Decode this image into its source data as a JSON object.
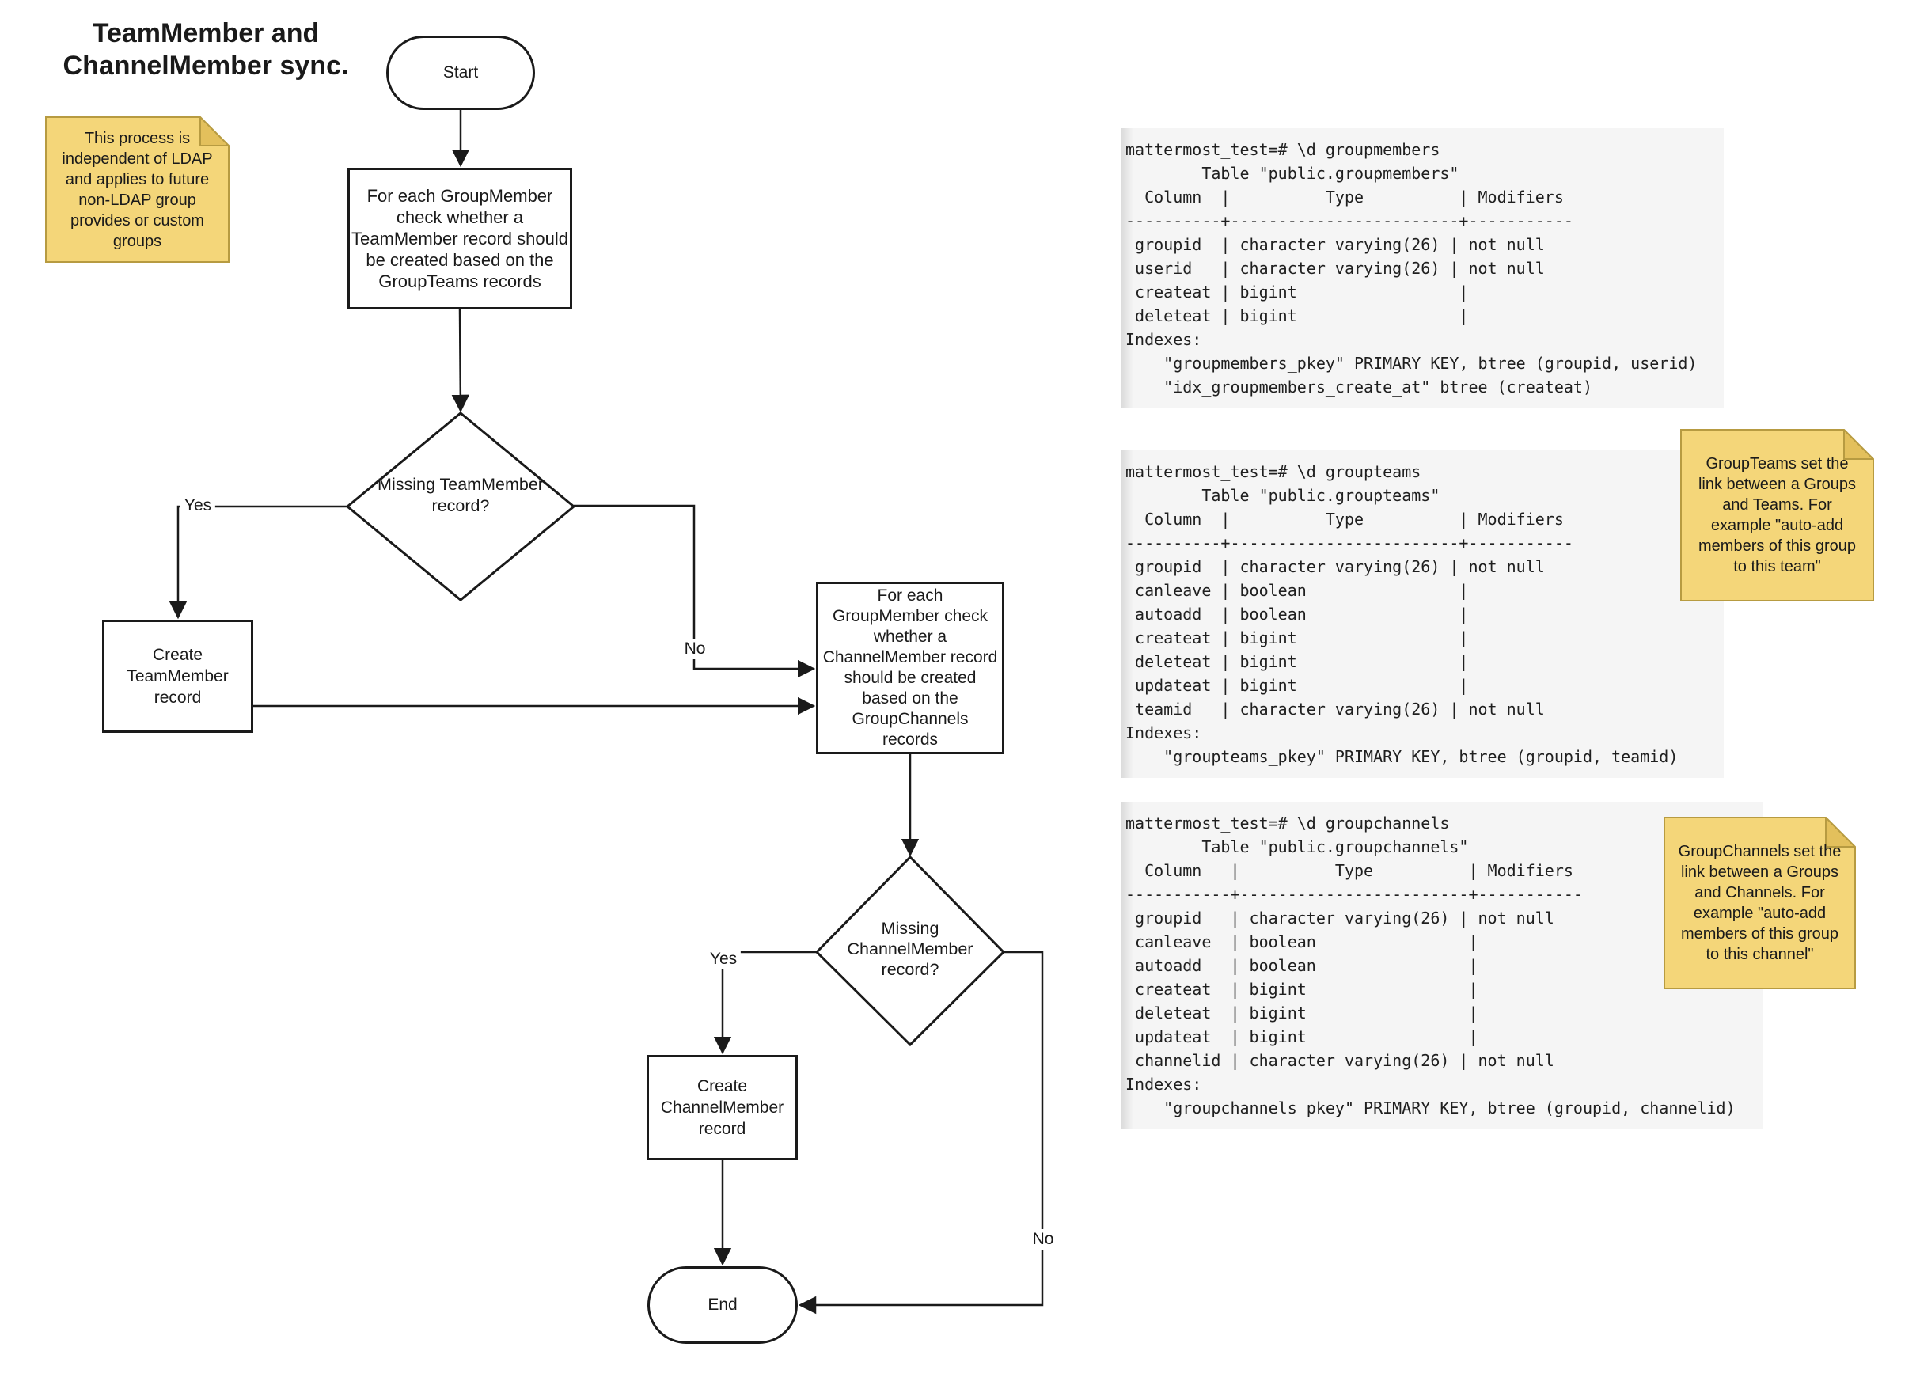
{
  "title": "TeamMember and\nChannelMember sync.",
  "flowchart": {
    "start": "Start",
    "end": "End",
    "process1": "For each GroupMember\ncheck whether a\nTeamMember record should\nbe created based on the\nGroupTeams records",
    "decision1": "Missing TeamMember\nrecord?",
    "create_team": "Create\nTeamMember\nrecord",
    "process2": "For each\nGroupMember check\nwhether a\nChannelMember record\nshould be created\nbased on the\nGroupChannels\nrecords",
    "decision2": "Missing\nChannelMember\nrecord?",
    "create_channel": "Create\nChannelMember\nrecord",
    "labels": {
      "yes1": "Yes",
      "no1": "No",
      "yes2": "Yes",
      "no2": "No"
    }
  },
  "notes": {
    "process_note": "This process is\nindependent of LDAP\nand applies to future\nnon-LDAP group\nprovides or custom\ngroups",
    "groupteams_note": "GroupTeams set the\nlink between a Groups\nand Teams. For\nexample \"auto-add\nmembers of this group\nto this team\"",
    "groupchannels_note": "GroupChannels set the\nlink between a Groups\nand Channels. For\nexample \"auto-add\nmembers of this group\nto this channel\""
  },
  "terminals": [
    {
      "id": "groupmembers",
      "lines": [
        "mattermost_test=# \\d groupmembers",
        "        Table \"public.groupmembers\"",
        "  Column  |          Type          | Modifiers",
        "----------+------------------------+-----------",
        " groupid  | character varying(26) | not null",
        " userid   | character varying(26) | not null",
        " createat | bigint                 |",
        " deleteat | bigint                 |",
        "Indexes:",
        "    \"groupmembers_pkey\" PRIMARY KEY, btree (groupid, userid)",
        "    \"idx_groupmembers_create_at\" btree (createat)"
      ]
    },
    {
      "id": "groupteams",
      "lines": [
        "mattermost_test=# \\d groupteams",
        "        Table \"public.groupteams\"",
        "  Column  |          Type          | Modifiers",
        "----------+------------------------+-----------",
        " groupid  | character varying(26) | not null",
        " canleave | boolean                |",
        " autoadd  | boolean                |",
        " createat | bigint                 |",
        " deleteat | bigint                 |",
        " updateat | bigint                 |",
        " teamid   | character varying(26) | not null",
        "Indexes:",
        "    \"groupteams_pkey\" PRIMARY KEY, btree (groupid, teamid)"
      ]
    },
    {
      "id": "groupchannels",
      "lines": [
        "mattermost_test=# \\d groupchannels",
        "        Table \"public.groupchannels\"",
        "  Column   |          Type          | Modifiers",
        "-----------+------------------------+-----------",
        " groupid   | character varying(26) | not null",
        " canleave  | boolean                |",
        " autoadd   | boolean                |",
        " createat  | bigint                 |",
        " deleteat  | bigint                 |",
        " updateat  | bigint                 |",
        " channelid | character varying(26) | not null",
        "Indexes:",
        "    \"groupchannels_pkey\" PRIMARY KEY, btree (groupid, channelid)"
      ]
    }
  ],
  "colors": {
    "note_fill": "#F4D679",
    "note_border": "#B79B41",
    "note_fold": "#E3C05C",
    "terminal_bg": "#F5F5F5",
    "terminal_edge_shade": "#D9D9D9",
    "stroke": "#1A1A1A"
  }
}
